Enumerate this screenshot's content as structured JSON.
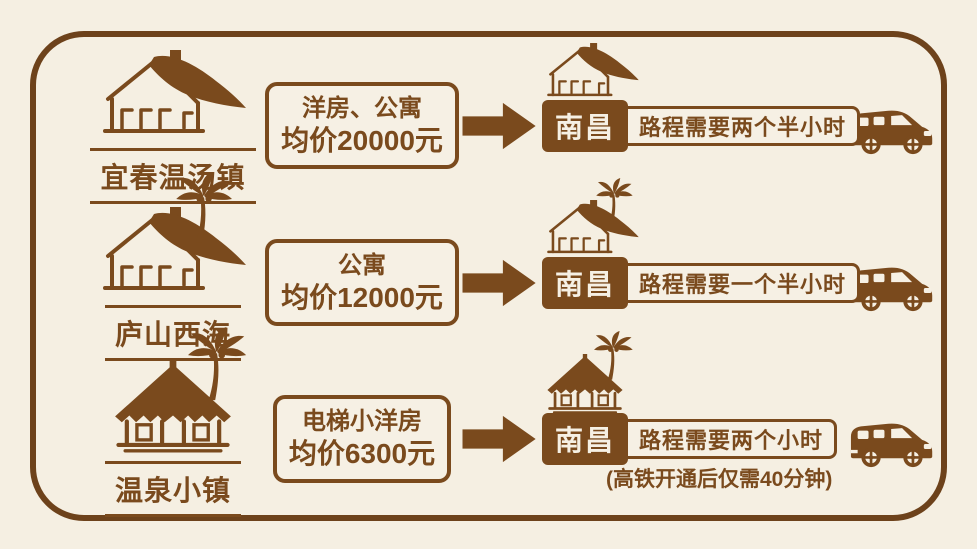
{
  "colors": {
    "bg": "#f5efe2",
    "cream": "#f6f0e4",
    "brown": "#7a4a1d",
    "frame": "#6d421b"
  },
  "icons": {
    "origin_row1": "house-icon",
    "origin_row2": "house-palm-icon",
    "origin_row3": "hut-palm-icon",
    "arrow": "arrow-right-icon",
    "vehicle": "car-icon"
  },
  "rows": [
    {
      "origin": {
        "name": "宜春温汤镇"
      },
      "price": {
        "line1": "洋房、公寓",
        "line2": "均价20000元"
      },
      "destination": {
        "city": "南昌",
        "travel": "路程需要两个半小时",
        "note": ""
      }
    },
    {
      "origin": {
        "name": "庐山西海"
      },
      "price": {
        "line1": "公寓",
        "line2": "均价12000元"
      },
      "destination": {
        "city": "南昌",
        "travel": "路程需要一个半小时",
        "note": ""
      }
    },
    {
      "origin": {
        "name": "温泉小镇"
      },
      "price": {
        "line1": "电梯小洋房",
        "line2": "均价6300元"
      },
      "destination": {
        "city": "南昌",
        "travel": "路程需要两个小时",
        "note": "(高铁开通后仅需40分钟)"
      }
    }
  ]
}
